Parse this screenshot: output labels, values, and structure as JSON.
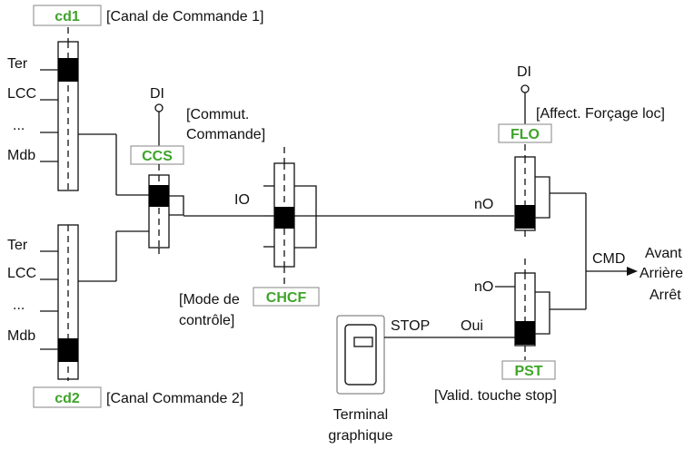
{
  "params": {
    "cd1": {
      "code": "cd1",
      "label": "[Canal de Commande 1]"
    },
    "cd2": {
      "code": "cd2",
      "label": "[Canal Commande 2]"
    },
    "ccs": {
      "code": "CCS",
      "label_line1": "[Commut.",
      "label_line2": "Commande]"
    },
    "chcf": {
      "code": "CHCF",
      "label_line1": "[Mode de",
      "label_line2": "contrôle]"
    },
    "flo": {
      "code": "FLO",
      "label": "[Affect. Forçage loc]"
    },
    "pst": {
      "code": "PST",
      "label": "[Valid. touche stop]"
    }
  },
  "channel_inputs": [
    "Ter",
    "LCC",
    "...",
    "Mdb"
  ],
  "di_label": "DI",
  "io_label": "IO",
  "no_label": "nO",
  "stop_label": "STOP",
  "oui_label": "Oui",
  "cmd_label": "CMD",
  "outputs": [
    "Avant",
    "Arrière",
    "Arrêt"
  ],
  "terminal": {
    "line1": "Terminal",
    "line2": "graphique"
  }
}
